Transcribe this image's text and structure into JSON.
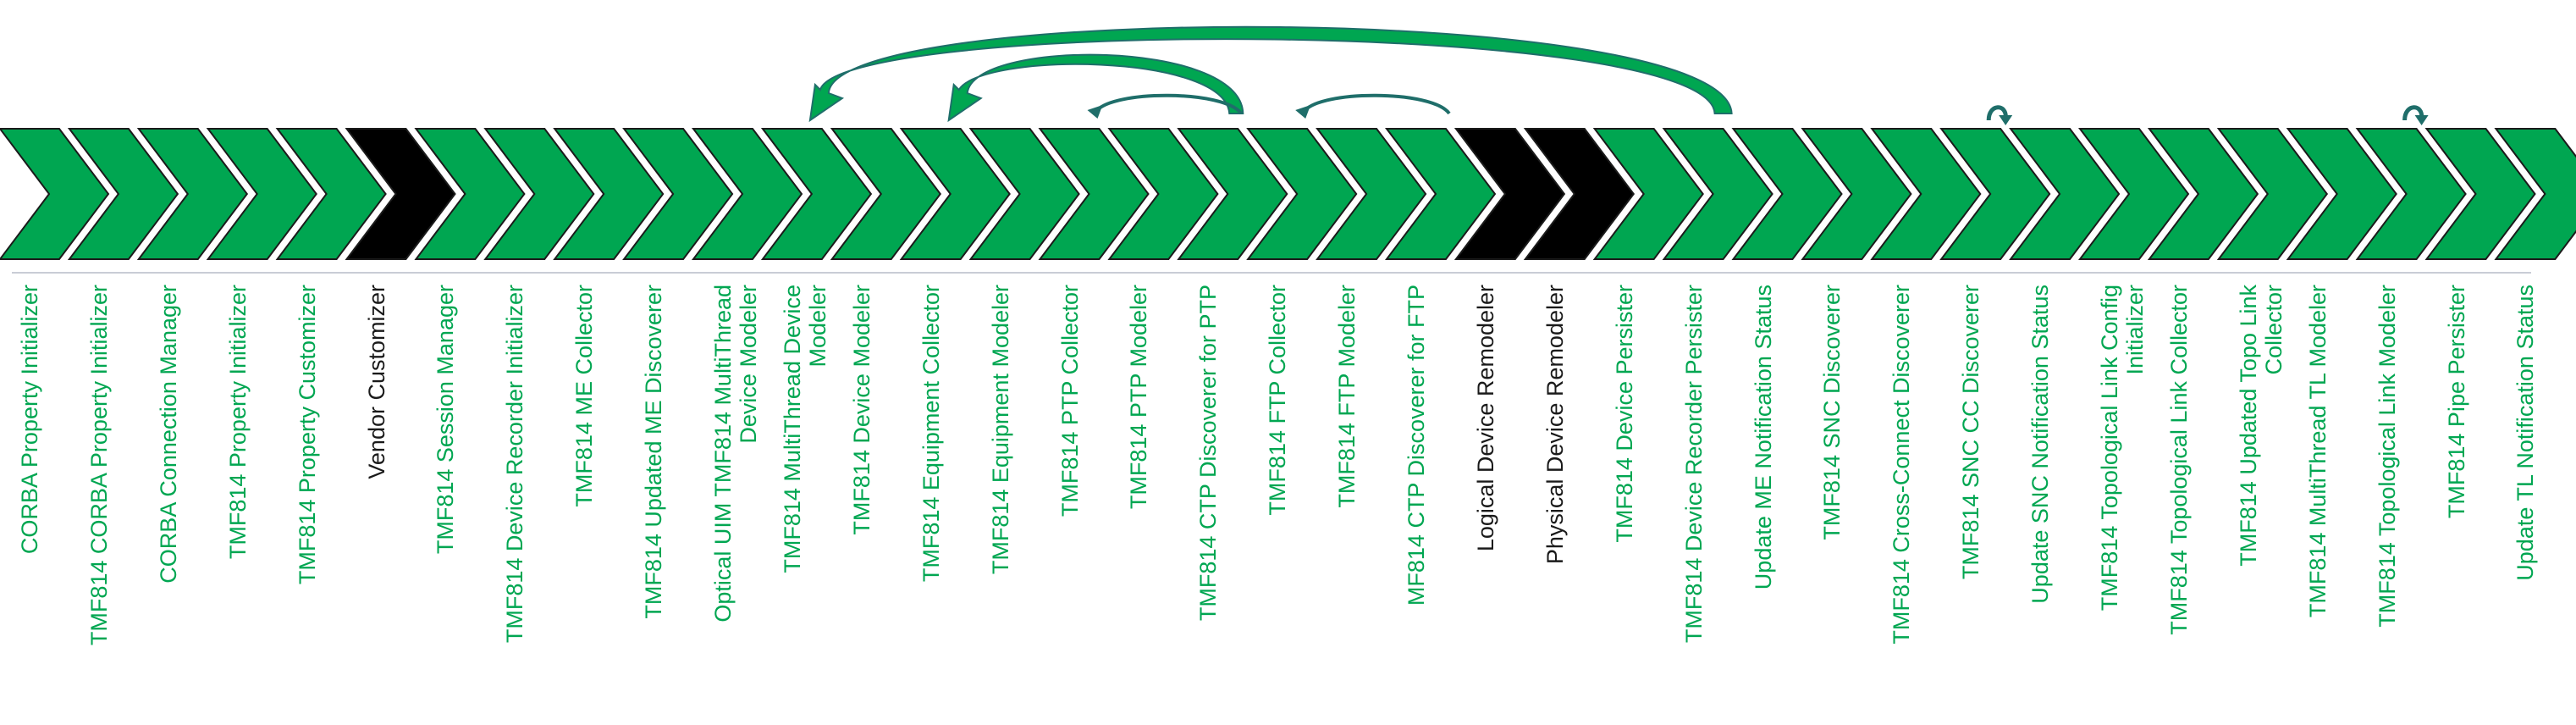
{
  "colors": {
    "stage": "#00A651",
    "vendor": "#000000",
    "outline": "#1b1b1b",
    "arrow": "#1f6e6a",
    "label": "#00A651",
    "label_vendor": "#1a1a1a"
  },
  "stages": [
    {
      "label": "CORBA Property Initializer",
      "vendor": false
    },
    {
      "label": "TMF814 CORBA Property Initializer",
      "vendor": false
    },
    {
      "label": "CORBA Connection Manager",
      "vendor": false
    },
    {
      "label": "TMF814 Property Initializer",
      "vendor": false
    },
    {
      "label": "TMF814 Property Customizer",
      "vendor": false
    },
    {
      "label": "Vendor Customizer",
      "vendor": true
    },
    {
      "label": "TMF814 Session Manager",
      "vendor": false
    },
    {
      "label": "TMF814 Device Recorder Initializer",
      "vendor": false
    },
    {
      "label": "TMF814 ME Collector",
      "vendor": false
    },
    {
      "label": "TMF814 Updated ME Discoverer",
      "vendor": false
    },
    {
      "label": "Optical UIM TMF814 MultiThread Device Modeler",
      "vendor": false
    },
    {
      "label": "TMF814 MultiThread Device Modeler",
      "vendor": false
    },
    {
      "label": "TMF814 Device Modeler",
      "vendor": false
    },
    {
      "label": "TMF814 Equipment Collector",
      "vendor": false
    },
    {
      "label": "TMF814 Equipment Modeler",
      "vendor": false
    },
    {
      "label": "TMF814 PTP Collector",
      "vendor": false
    },
    {
      "label": "TMF814 PTP Modeler",
      "vendor": false
    },
    {
      "label": "TMF814 CTP Discoverer for PTP",
      "vendor": false
    },
    {
      "label": "TMF814 FTP Collector",
      "vendor": false
    },
    {
      "label": "TMF814 FTP Modeler",
      "vendor": false
    },
    {
      "label": "MF814 CTP Discoverer for FTP",
      "vendor": false
    },
    {
      "label": "Logical Device Remodeler",
      "vendor": true
    },
    {
      "label": "Physical Device Remodeler",
      "vendor": true
    },
    {
      "label": "TMF814 Device Persister",
      "vendor": false
    },
    {
      "label": "TMF814 Device Recorder Persister",
      "vendor": false
    },
    {
      "label": "Update ME Notification Status",
      "vendor": false
    },
    {
      "label": "TMF814 SNC Discoverer",
      "vendor": false
    },
    {
      "label": "TMF814 Cross-Connect Discoverer",
      "vendor": false
    },
    {
      "label": "TMF814 SNC CC Discoverer",
      "vendor": false
    },
    {
      "label": "Update SNC Notification Status",
      "vendor": false
    },
    {
      "label": "TMF814 Topological Link Config Initializer",
      "vendor": false
    },
    {
      "label": "TMF814 Topological Link Collector",
      "vendor": false
    },
    {
      "label": "TMF814 Updated Topo Link Collector",
      "vendor": false
    },
    {
      "label": "TMF814 MultiThread TL Modeler",
      "vendor": false
    },
    {
      "label": "TMF814 Topological Link Modeler",
      "vendor": false
    },
    {
      "label": "TMF814 Pipe Persister",
      "vendor": false
    },
    {
      "label": "Update TL Notification Status",
      "vendor": false
    }
  ],
  "loops": [
    {
      "from": 24,
      "to": 11,
      "style": "big"
    },
    {
      "from": 17,
      "to": 13,
      "style": "mid"
    },
    {
      "from": 17,
      "to": 15,
      "style": "small"
    },
    {
      "from": 20,
      "to": 18,
      "style": "small"
    },
    {
      "from": 28,
      "to": 28,
      "style": "tiny"
    },
    {
      "from": 34,
      "to": 34,
      "style": "tiny"
    }
  ]
}
